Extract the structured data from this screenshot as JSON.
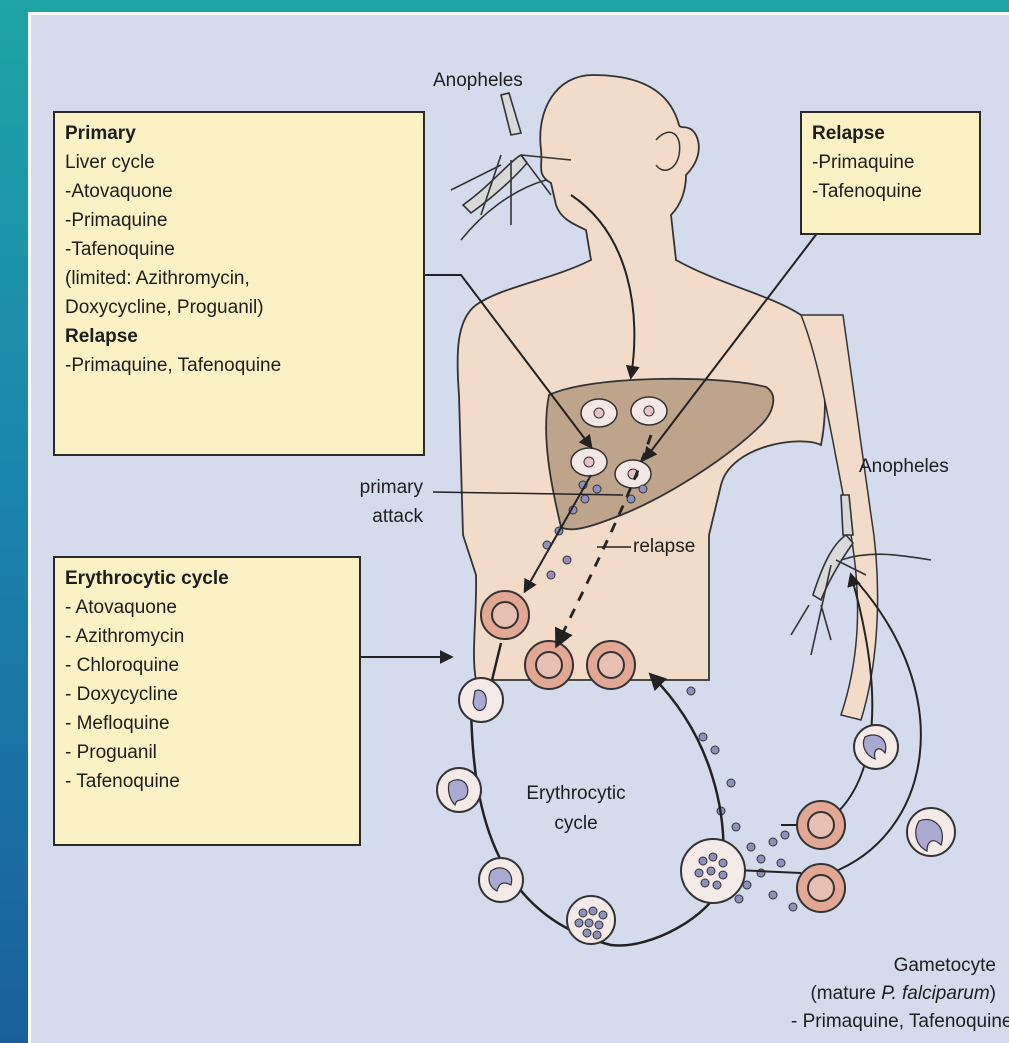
{
  "labels": {
    "anopheles_top": "Anopheles",
    "anopheles_right": "Anopheles",
    "primary_attack": "primary\nattack",
    "relapse": "relapse",
    "erythrocytic_cycle": "Erythrocytic\ncycle",
    "gametocyte_title": "Gametocyte",
    "gametocyte_sub_prefix": "(mature ",
    "gametocyte_sub_italic": "P. falciparum",
    "gametocyte_sub_suffix": ")",
    "gametocyte_drugs": "- Primaquine, Tafenoquine"
  },
  "boxes": {
    "primary": {
      "heading": "Primary",
      "lines": [
        "Liver cycle",
        "-Atovaquone",
        "-Primaquine",
        "-Tafenoquine",
        "(limited: Azithromycin,",
        "Doxycycline, Proguanil)"
      ],
      "relapse_heading": "Relapse",
      "relapse_lines": [
        "-Primaquine, Tafenoquine"
      ]
    },
    "relapse": {
      "heading": "Relapse",
      "lines": [
        "-Primaquine",
        "-Tafenoquine"
      ]
    },
    "erythrocytic": {
      "heading": "Erythrocytic cycle",
      "lines": [
        "- Atovaquone",
        "- Azithromycin",
        "- Chloroquine",
        "- Doxycycline",
        "- Mefloquine",
        "- Proguanil",
        "- Tafenoquine"
      ]
    }
  },
  "colors": {
    "panel_bg": "#d4dbec",
    "box_bg": "#faf2c4",
    "skin": "#f2dbc9",
    "liver": "#bfa48c",
    "rbc": "#e2a893",
    "parasite": "#8f8fbd"
  }
}
